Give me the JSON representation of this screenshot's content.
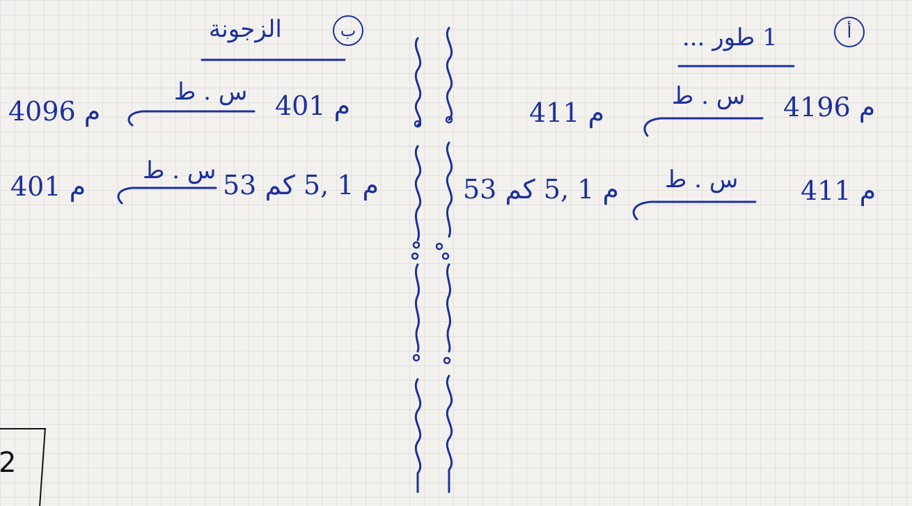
{
  "section_right": {
    "number": "أ",
    "title": "1 طور ...",
    "line1": {
      "left": "411 م",
      "arrow_label": "س . ط",
      "right": "4196 م"
    },
    "line2": {
      "left": "53 م 1 ,5 كم",
      "arrow_label": "س . ط",
      "right": "411 م"
    }
  },
  "section_left": {
    "number": "ب",
    "title": "الزجونة",
    "line1": {
      "left": "4096 م",
      "arrow_label": "س . ط",
      "right": "401 م"
    },
    "line2": {
      "left": "401 م",
      "arrow_label": "س . ط",
      "right": "53 م 1 ,5 كم"
    }
  },
  "page_number": "2",
  "colors": {
    "ink": "#1d2f9e",
    "paper": "#f3f1ee",
    "grid": "#c9c8cc"
  }
}
